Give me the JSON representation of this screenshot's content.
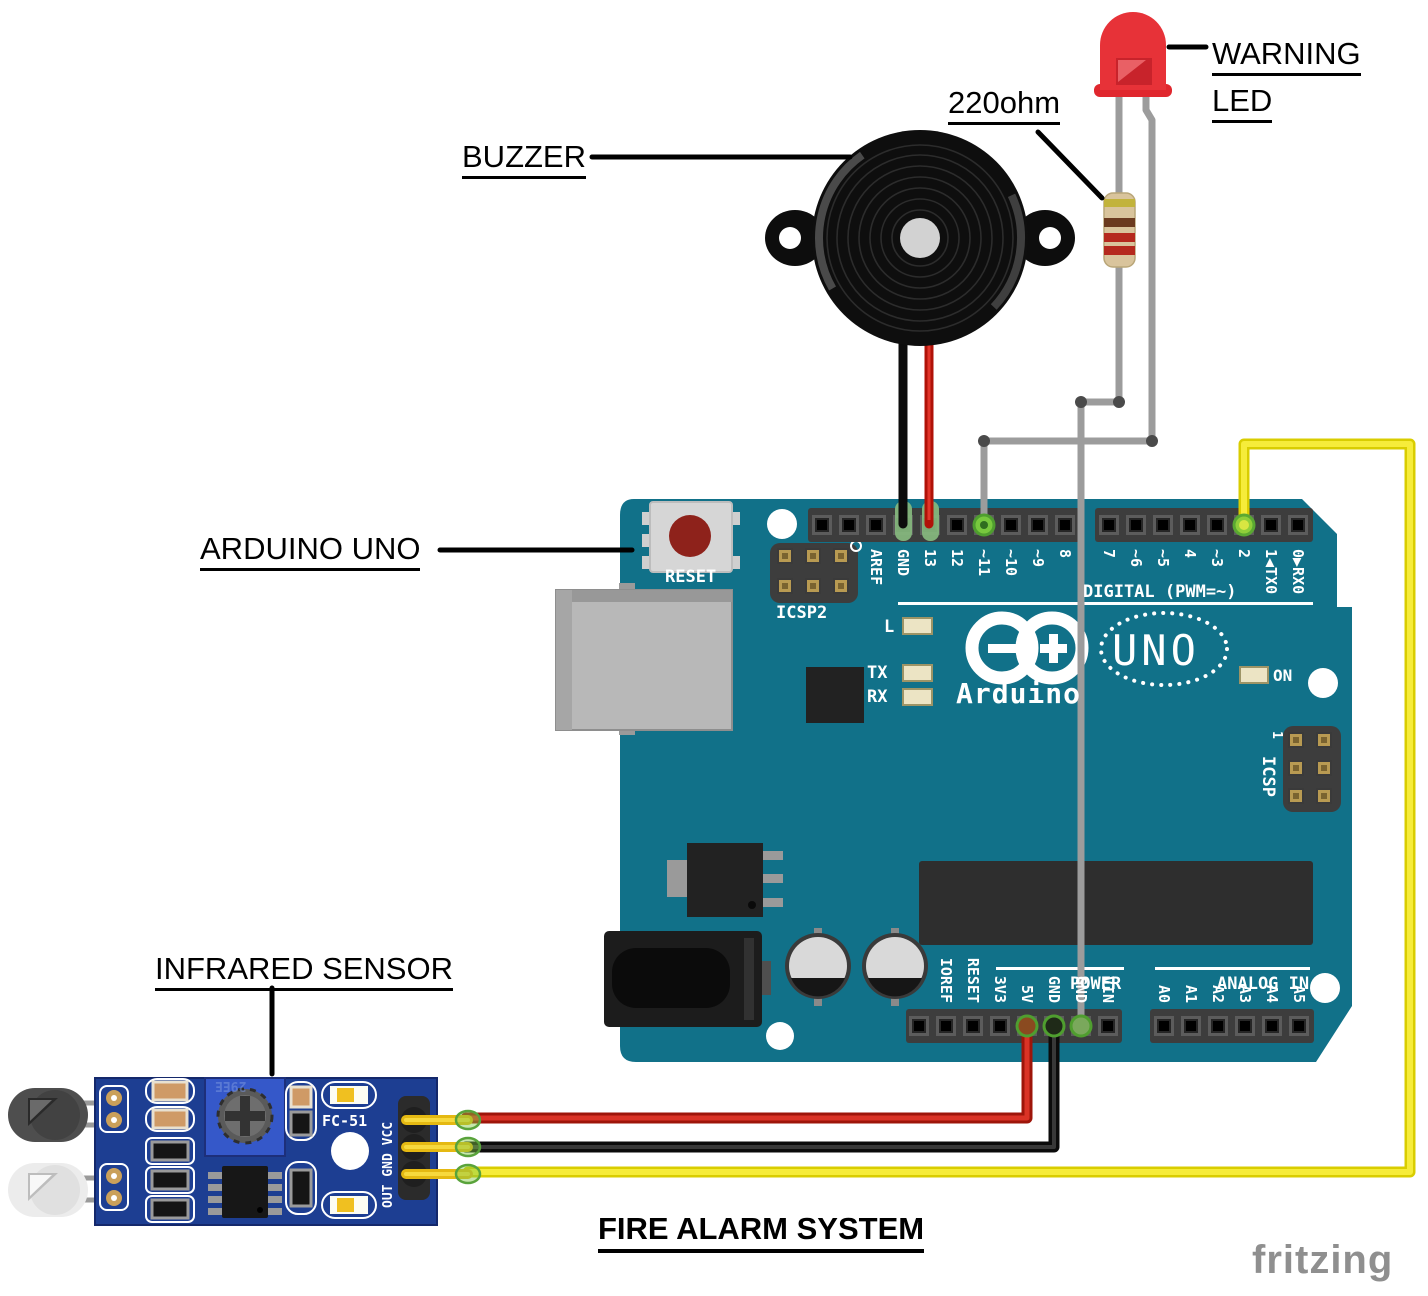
{
  "title": "FIRE ALARM SYSTEM",
  "watermark": "fritzing",
  "callouts": {
    "buzzer": "BUZZER",
    "resistor": "220ohm",
    "warning_led_line1": "WARNING",
    "warning_led_line2": "LED",
    "arduino": "ARDUINO UNO",
    "infrared_sensor": "INFRARED SENSOR"
  },
  "arduino_board": {
    "reset_button": "RESET",
    "icsp2_label": "ICSP2",
    "icsp_label": "ICSP",
    "icsp_pin1": "1",
    "logo_text": "Arduino",
    "model_text": "UNO",
    "on_led": "ON",
    "led_l": "L",
    "led_tx": "TX",
    "led_rx": "RX",
    "digital_caption": "DIGITAL (PWM=~)",
    "digital_pins": [
      "AREF",
      "GND",
      "13",
      "12",
      "~11",
      "~10",
      "~9",
      "8",
      "7",
      "~6",
      "~5",
      "4",
      "~3",
      "2",
      "1◀TX0",
      "0▶RX0"
    ],
    "power_caption": "POWER",
    "power_pins": [
      "IOREF",
      "RESET",
      "3V3",
      "5V",
      "GND",
      "GND",
      "VIN"
    ],
    "analog_caption": "ANALOG IN",
    "analog_pins": [
      "A0",
      "A1",
      "A2",
      "A3",
      "A4",
      "A5"
    ]
  },
  "ir_sensor": {
    "model": "FC-51",
    "pins_label": "OUT GND VCC",
    "silkscreen": "29EE"
  },
  "colors": {
    "board_teal": "#117189",
    "sensor_pcb_blue": "#1d3e92",
    "wire_red": "#c8170d",
    "wire_black": "#111111",
    "wire_yellow": "#f2e30e",
    "wire_gray": "#9c9c9c",
    "led_red": "#e73238",
    "highlight_green": "#6abF3a"
  }
}
